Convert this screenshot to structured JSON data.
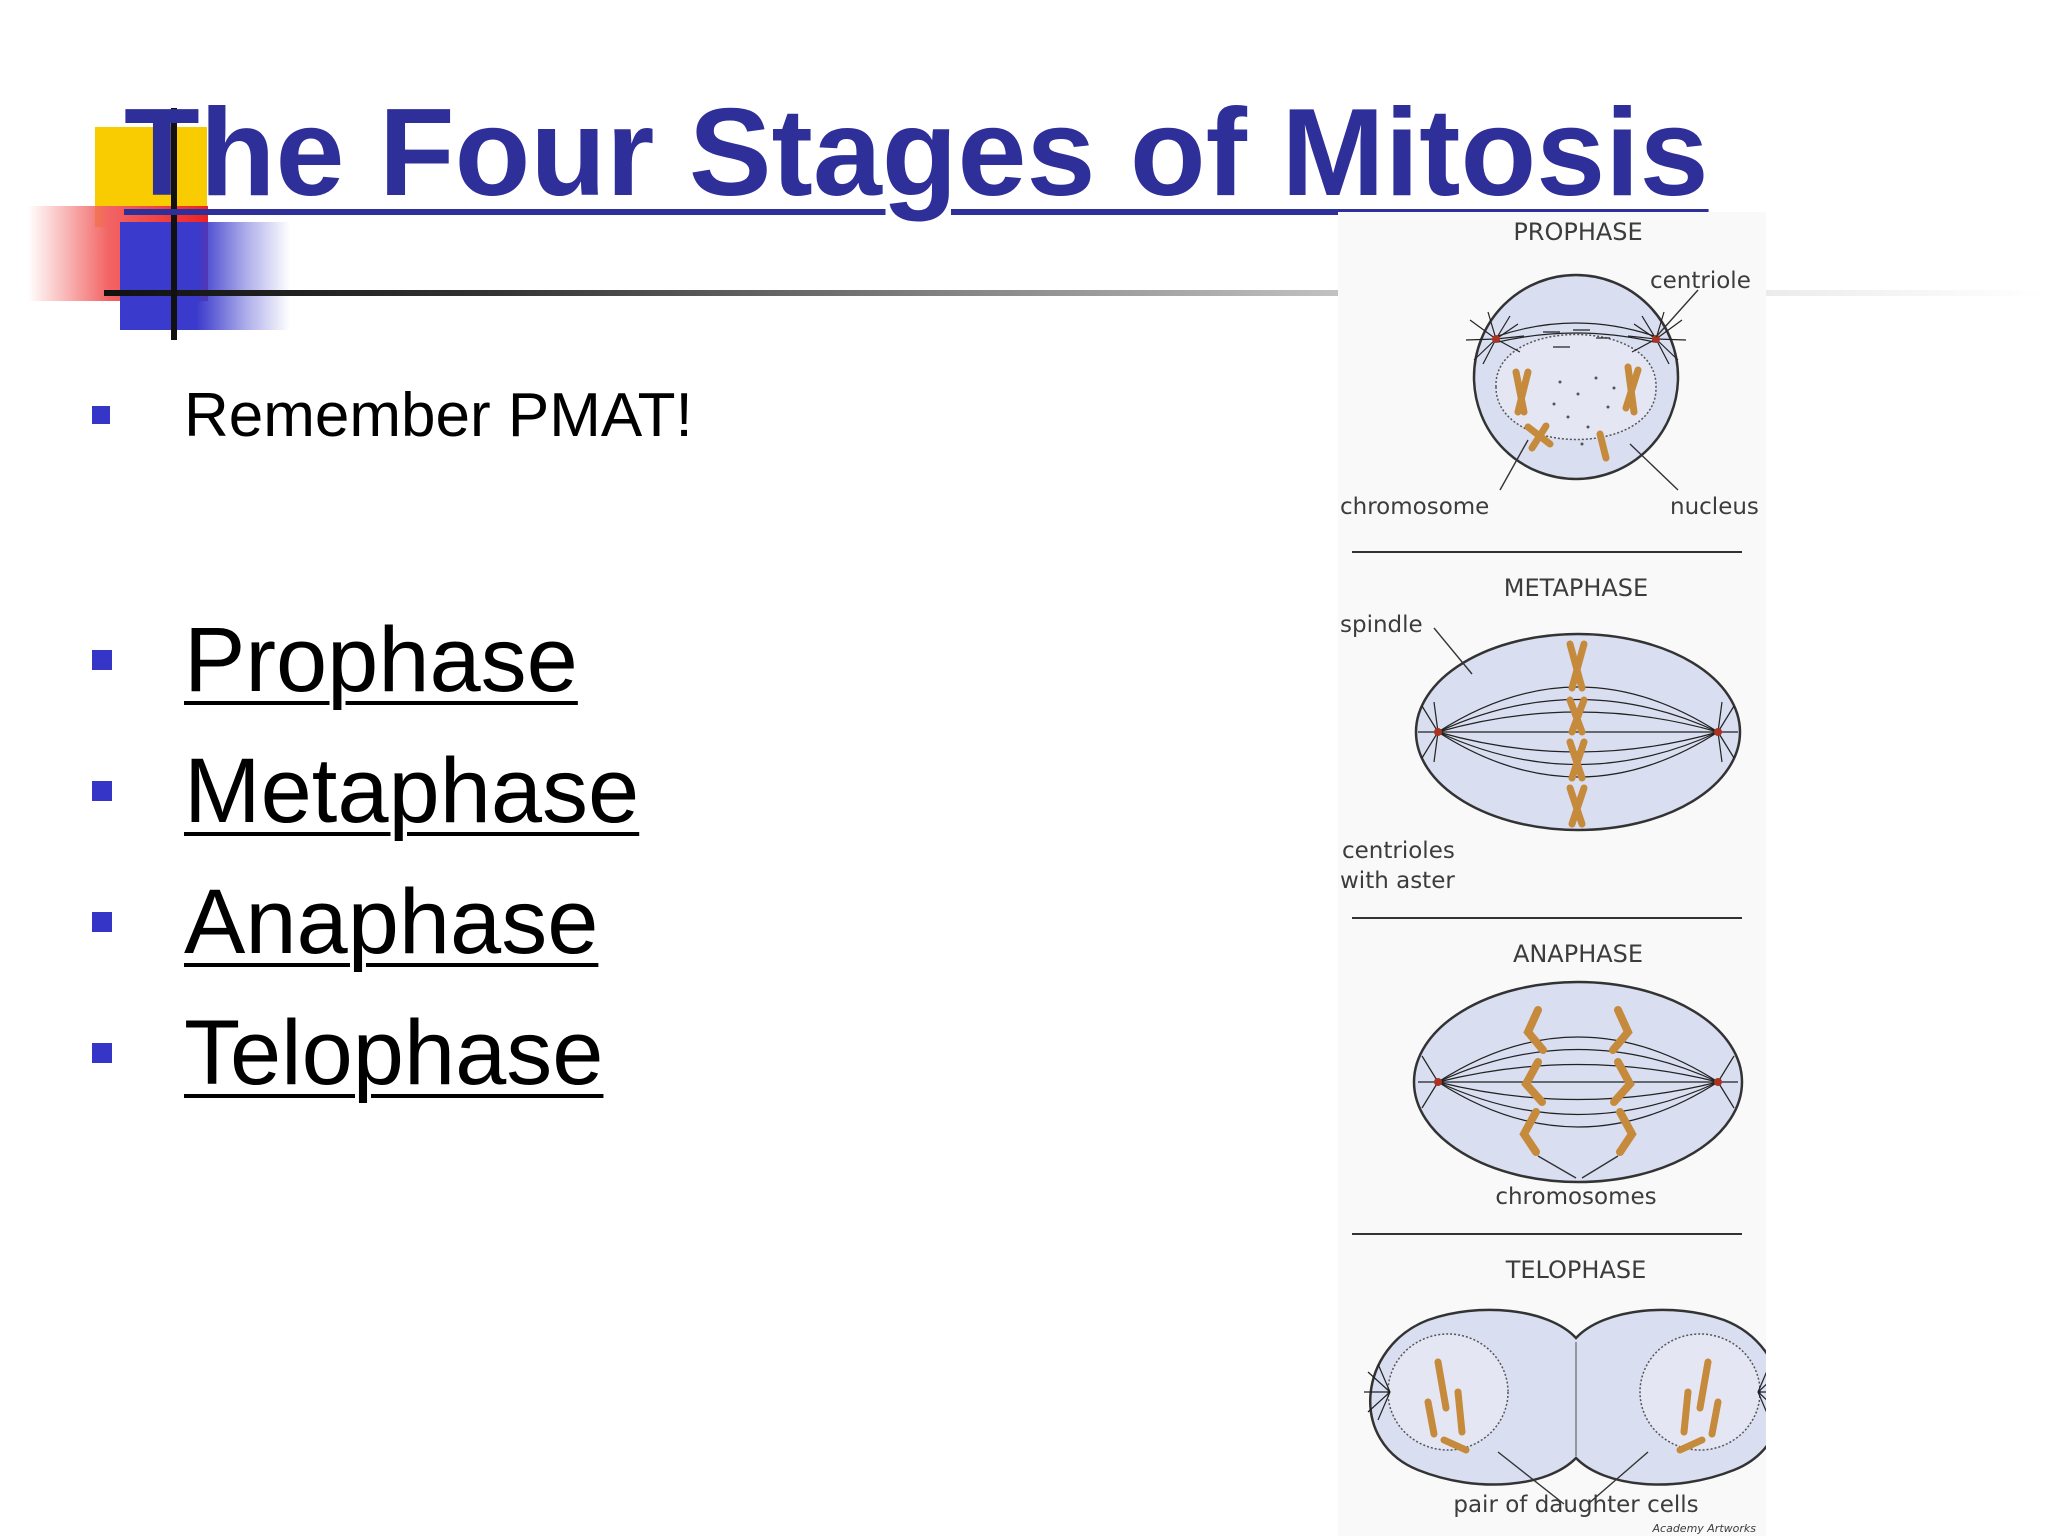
{
  "slide": {
    "title": "The Four Stages of Mitosis",
    "intro_bullet": "Remember PMAT!",
    "stages": [
      {
        "label": "Prophase"
      },
      {
        "label": "Metaphase"
      },
      {
        "label": "Anaphase"
      },
      {
        "label": "Telophase"
      }
    ]
  },
  "diagram": {
    "prophase": {
      "heading": "PROPHASE",
      "centriole": "centriole",
      "chromosome": "chromosome",
      "nucleus": "nucleus"
    },
    "metaphase": {
      "heading": "METAPHASE",
      "spindle": "spindle",
      "centrioles_1": "centrioles",
      "centrioles_2": "with aster"
    },
    "anaphase": {
      "heading": "ANAPHASE",
      "chromosomes": "chromosomes"
    },
    "telophase": {
      "heading": "TELOPHASE",
      "daughter": "pair of daughter cells"
    },
    "credit": "Academy Artworks"
  },
  "colors": {
    "title": "#2f2f9a",
    "bullet": "#3535c8",
    "cell_fill": "#dfe4f2",
    "chromosome": "#c68a3c"
  }
}
